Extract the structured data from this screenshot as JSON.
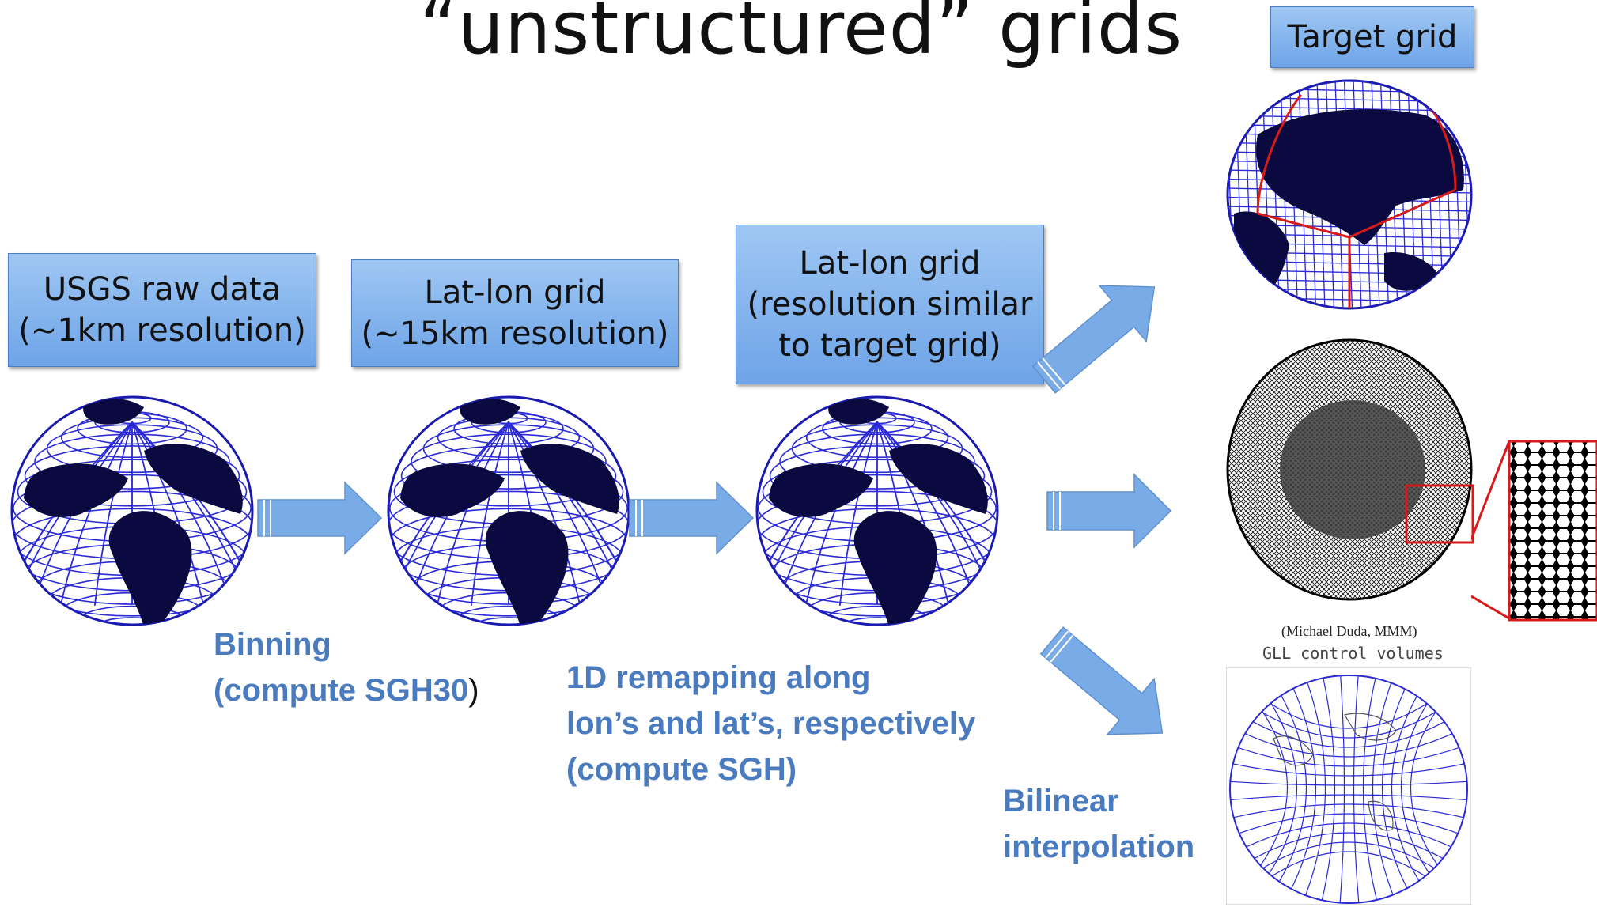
{
  "title": "“unstructured” grids",
  "boxes": {
    "usgs": {
      "line1": "USGS raw data",
      "line2": "(~1km resolution)"
    },
    "latlon15": {
      "line1": "Lat-lon grid",
      "line2": "(~15km resolution)"
    },
    "latlon_target": {
      "line1": "Lat-lon grid",
      "line2": "(resolution similar",
      "line3": "to target grid)"
    },
    "target": {
      "label": "Target grid"
    }
  },
  "captions": {
    "binning": {
      "line1": "Binning",
      "line2": "(compute SGH30",
      "line2_tail": ")"
    },
    "remap": {
      "line1": "1D remapping along",
      "line2": "lon’s and lat’s, respectively",
      "line3": "(compute SGH)"
    },
    "bilinear": {
      "line1": "Bilinear",
      "line2": "interpolation"
    }
  },
  "credits": {
    "duda": "(Michael Duda, MMM)",
    "gll": "GLL control volumes"
  },
  "colors": {
    "box_top": "#9fc7f3",
    "box_bottom": "#6ea4e8",
    "arrow": "#79abe6",
    "caption": "#4a7bbf",
    "grid_blue": "#2a2ad6",
    "land": "#0a0a40",
    "cube_edge": "#d81a1a"
  },
  "icons": [
    "globe-latlon-icon",
    "cubed-sphere-icon",
    "voronoi-mesh-icon",
    "gll-sphere-icon",
    "arrow-right-icon",
    "arrow-diagonal-icon"
  ]
}
